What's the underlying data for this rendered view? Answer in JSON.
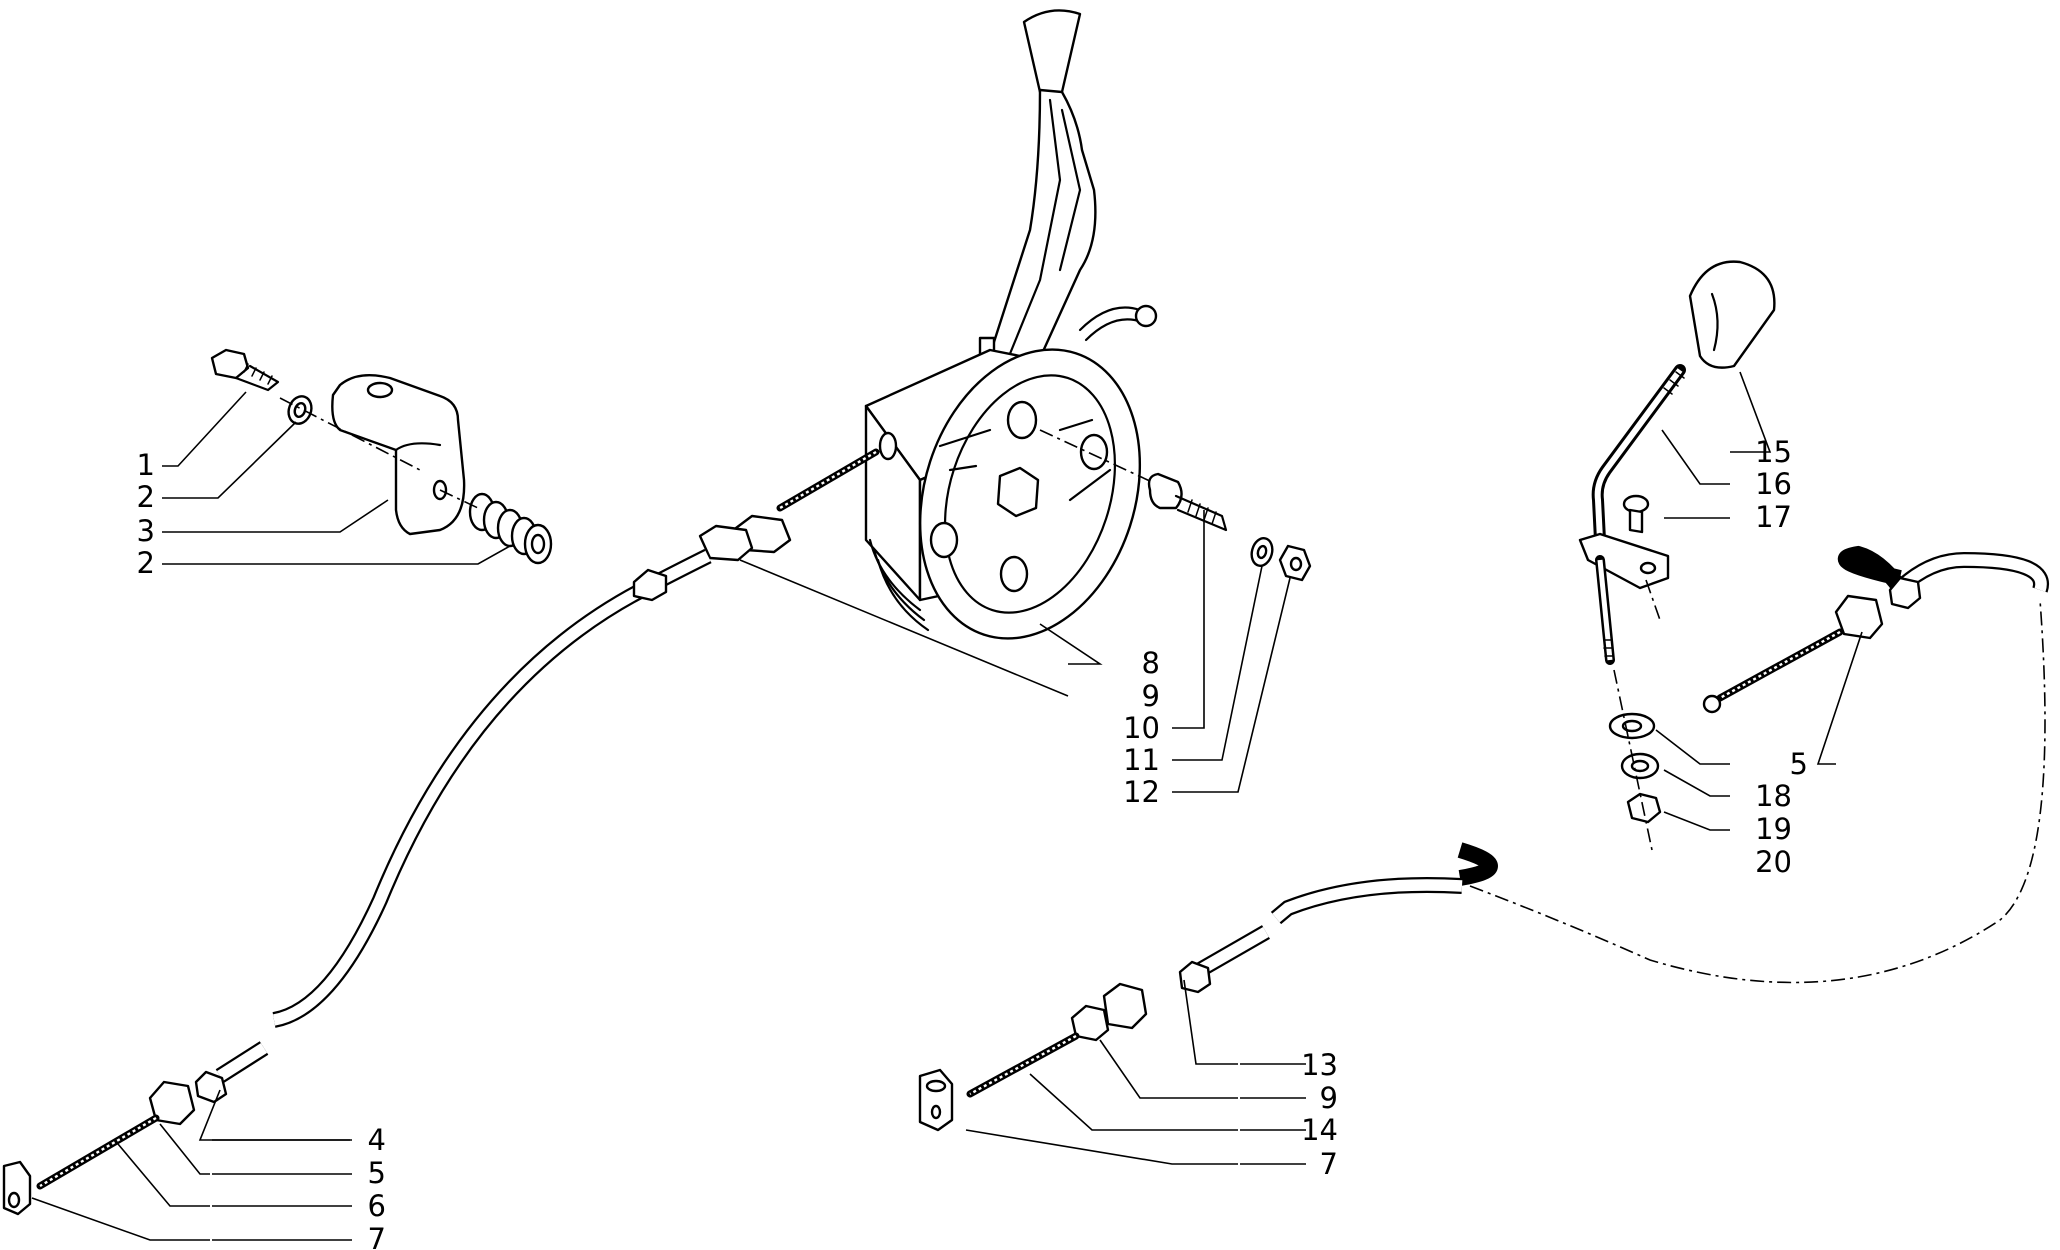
{
  "diagram": {
    "callouts": [
      {
        "id": "c1",
        "label": "1"
      },
      {
        "id": "c2a",
        "label": "2"
      },
      {
        "id": "c3",
        "label": "3"
      },
      {
        "id": "c2b",
        "label": "2"
      },
      {
        "id": "c4",
        "label": "4"
      },
      {
        "id": "c5a",
        "label": "5"
      },
      {
        "id": "c6",
        "label": "6"
      },
      {
        "id": "c7a",
        "label": "7"
      },
      {
        "id": "c8",
        "label": "8"
      },
      {
        "id": "c9a",
        "label": "9"
      },
      {
        "id": "c10",
        "label": "10"
      },
      {
        "id": "c11",
        "label": "11"
      },
      {
        "id": "c12",
        "label": "12"
      },
      {
        "id": "c13",
        "label": "13"
      },
      {
        "id": "c9b",
        "label": "9"
      },
      {
        "id": "c14",
        "label": "14"
      },
      {
        "id": "c7b",
        "label": "7"
      },
      {
        "id": "c15",
        "label": "15"
      },
      {
        "id": "c16",
        "label": "16"
      },
      {
        "id": "c17",
        "label": "17"
      },
      {
        "id": "c5b",
        "label": "5"
      },
      {
        "id": "c18",
        "label": "18"
      },
      {
        "id": "c19",
        "label": "19"
      },
      {
        "id": "c20",
        "label": "20"
      }
    ]
  }
}
